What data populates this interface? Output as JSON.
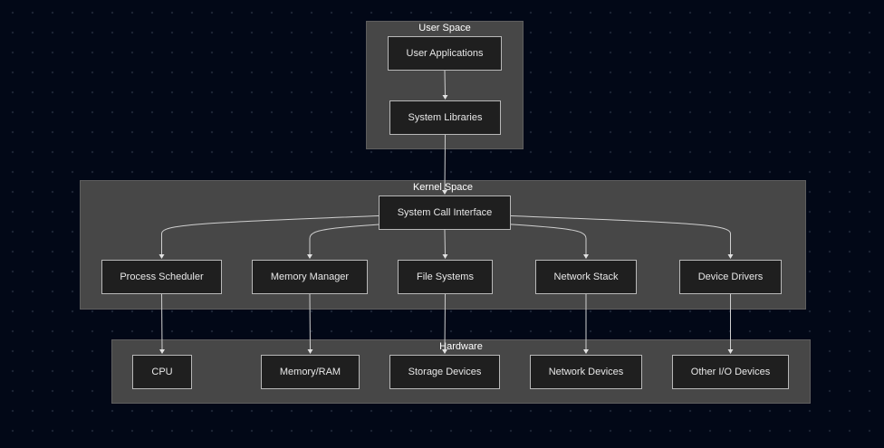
{
  "clusters": {
    "user_space": "User Space",
    "kernel_space": "Kernel Space",
    "hardware": "Hardware"
  },
  "nodes": {
    "user_applications": "User Applications",
    "system_libraries": "System Libraries",
    "system_call_interface": "System Call Interface",
    "process_scheduler": "Process Scheduler",
    "memory_manager": "Memory Manager",
    "file_systems": "File Systems",
    "network_stack": "Network Stack",
    "device_drivers": "Device Drivers",
    "cpu": "CPU",
    "memory_ram": "Memory/RAM",
    "storage_devices": "Storage Devices",
    "network_devices": "Network Devices",
    "other_io_devices": "Other I/O Devices"
  },
  "edges": [
    {
      "from": "user_applications",
      "to": "system_libraries"
    },
    {
      "from": "system_libraries",
      "to": "system_call_interface"
    },
    {
      "from": "system_call_interface",
      "to": "process_scheduler"
    },
    {
      "from": "system_call_interface",
      "to": "memory_manager"
    },
    {
      "from": "system_call_interface",
      "to": "file_systems"
    },
    {
      "from": "system_call_interface",
      "to": "network_stack"
    },
    {
      "from": "system_call_interface",
      "to": "device_drivers"
    },
    {
      "from": "process_scheduler",
      "to": "cpu"
    },
    {
      "from": "memory_manager",
      "to": "memory_ram"
    },
    {
      "from": "file_systems",
      "to": "storage_devices"
    },
    {
      "from": "network_stack",
      "to": "network_devices"
    },
    {
      "from": "device_drivers",
      "to": "other_io_devices"
    }
  ],
  "colors": {
    "background": "#020817",
    "cluster_fill": "#474747",
    "node_fill": "#1f1f1f",
    "node_border": "#b8b8b8",
    "edge": "#cfcfcf"
  }
}
